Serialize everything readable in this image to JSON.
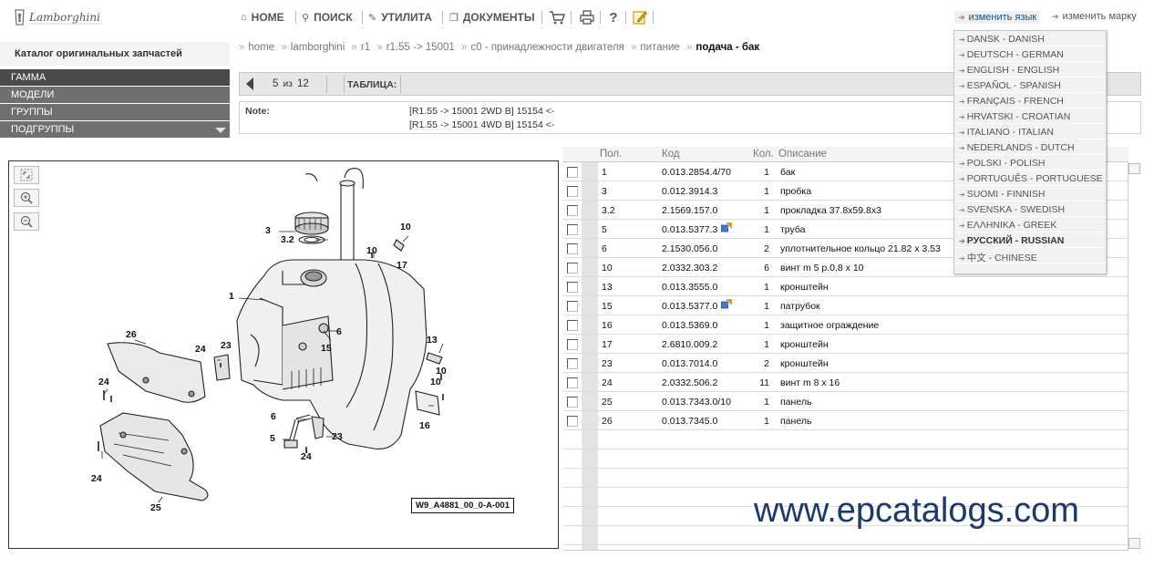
{
  "colors": {
    "sidebar_item": "#6f6f6f",
    "sidebar_active": "#4a4a4a",
    "link": "#1a4d8c",
    "watermark": "#1b3a6b"
  },
  "logo": {
    "alt": "Lamborghini"
  },
  "toolbar": {
    "home": "HOME",
    "search": "ПОИСК",
    "utility": "УТИЛИТА",
    "documents": "ДОКУМЕНТЫ",
    "icons": [
      "cart-icon",
      "print-icon",
      "help-icon",
      "notepad-icon"
    ]
  },
  "header_links": {
    "change_language": "изменить язык",
    "change_brand": "изменить марку"
  },
  "sidebar": {
    "catalog_title": "Каталог оригинальных запчастей",
    "items": [
      {
        "label": "ГАММА"
      },
      {
        "label": "МОДЕЛИ"
      },
      {
        "label": "ГРУППЫ"
      },
      {
        "label": "ПОДГРУППЫ"
      }
    ]
  },
  "breadcrumb": [
    "home",
    "lamborghini",
    "r1",
    "r1.55 -> 15001",
    "c0 - принадлежности двигателя",
    "питание",
    "подача - бак"
  ],
  "pager": {
    "current": "5",
    "of": "из",
    "total": "12",
    "table_label": "ТАБЛИЦА:"
  },
  "note": {
    "label": "Note:",
    "lines": [
      "[R1.55 -> 15001 2WD B] 15154 <-",
      "[R1.55 -> 15001 4WD B] 15154 <-"
    ]
  },
  "diagram": {
    "figure_code": "W9_A4881_00_0-A-001",
    "callouts": [
      "3",
      "3.2",
      "10",
      "17",
      "10",
      "1",
      "6",
      "15",
      "26",
      "24",
      "23",
      "13",
      "10",
      "24",
      "10",
      "16",
      "6",
      "5",
      "23",
      "24",
      "24",
      "25"
    ]
  },
  "table": {
    "headers": {
      "pos": "Пол.",
      "code": "Код",
      "qty": "Кол.",
      "desc": "Описание"
    },
    "rows": [
      {
        "pos": "1",
        "code": "0.013.2854.4/70",
        "qty": "1",
        "desc": "бак",
        "replaced": false
      },
      {
        "pos": "3",
        "code": "0.012.3914.3",
        "qty": "1",
        "desc": "пробка",
        "replaced": false
      },
      {
        "pos": "3.2",
        "code": "2.1569.157.0",
        "qty": "1",
        "desc": "прокладка 37.8x59.8x3",
        "replaced": false
      },
      {
        "pos": "5",
        "code": "0.013.5377.3",
        "qty": "1",
        "desc": "труба",
        "replaced": true
      },
      {
        "pos": "6",
        "code": "2.1530.056.0",
        "qty": "2",
        "desc": "уплотнительное кольцо 21.82 x 3.53",
        "replaced": false
      },
      {
        "pos": "10",
        "code": "2.0332.303.2",
        "qty": "6",
        "desc": "винт m 5 p.0.8 x 10",
        "replaced": false
      },
      {
        "pos": "13",
        "code": "0.013.3555.0",
        "qty": "1",
        "desc": "кронштейн",
        "replaced": false
      },
      {
        "pos": "15",
        "code": "0.013.5377.0",
        "qty": "1",
        "desc": "патрубок",
        "replaced": true
      },
      {
        "pos": "16",
        "code": "0.013.5369.0",
        "qty": "1",
        "desc": "защитное ограждение",
        "replaced": false
      },
      {
        "pos": "17",
        "code": "2.6810.009.2",
        "qty": "1",
        "desc": "кронштейн",
        "replaced": false
      },
      {
        "pos": "23",
        "code": "0.013.7014.0",
        "qty": "2",
        "desc": "кронштейн",
        "replaced": false
      },
      {
        "pos": "24",
        "code": "2.0332.506.2",
        "qty": "11",
        "desc": "винт m 8 x 16",
        "replaced": false
      },
      {
        "pos": "25",
        "code": "0.013.7343.0/10",
        "qty": "1",
        "desc": "панель",
        "replaced": false
      },
      {
        "pos": "26",
        "code": "0.013.7345.0",
        "qty": "1",
        "desc": "панель",
        "replaced": false
      }
    ]
  },
  "watermark": "www.epcatalogs.com",
  "language_menu": {
    "items": [
      {
        "label": "DANSK - DANISH"
      },
      {
        "label": "DEUTSCH - GERMAN"
      },
      {
        "label": "ENGLISH - ENGLISH"
      },
      {
        "label": "ESPAÑOL - SPANISH"
      },
      {
        "label": "FRANÇAIS - FRENCH"
      },
      {
        "label": "HRVATSKI - CROATIAN"
      },
      {
        "label": "ITALIANO - ITALIAN"
      },
      {
        "label": "NEDERLANDS - DUTCH"
      },
      {
        "label": "POLSKI - POLISH"
      },
      {
        "label": "PORTUGUÊS - PORTUGUESE"
      },
      {
        "label": "SUOMI - FINNISH"
      },
      {
        "label": "SVENSKA - SWEDISH"
      },
      {
        "label": "ΕΛΛΗΝΙΚΑ - GREEK"
      },
      {
        "label": "РУССКИЙ - RUSSIAN",
        "active": true
      },
      {
        "label": "中文  - CHINESE"
      }
    ]
  }
}
